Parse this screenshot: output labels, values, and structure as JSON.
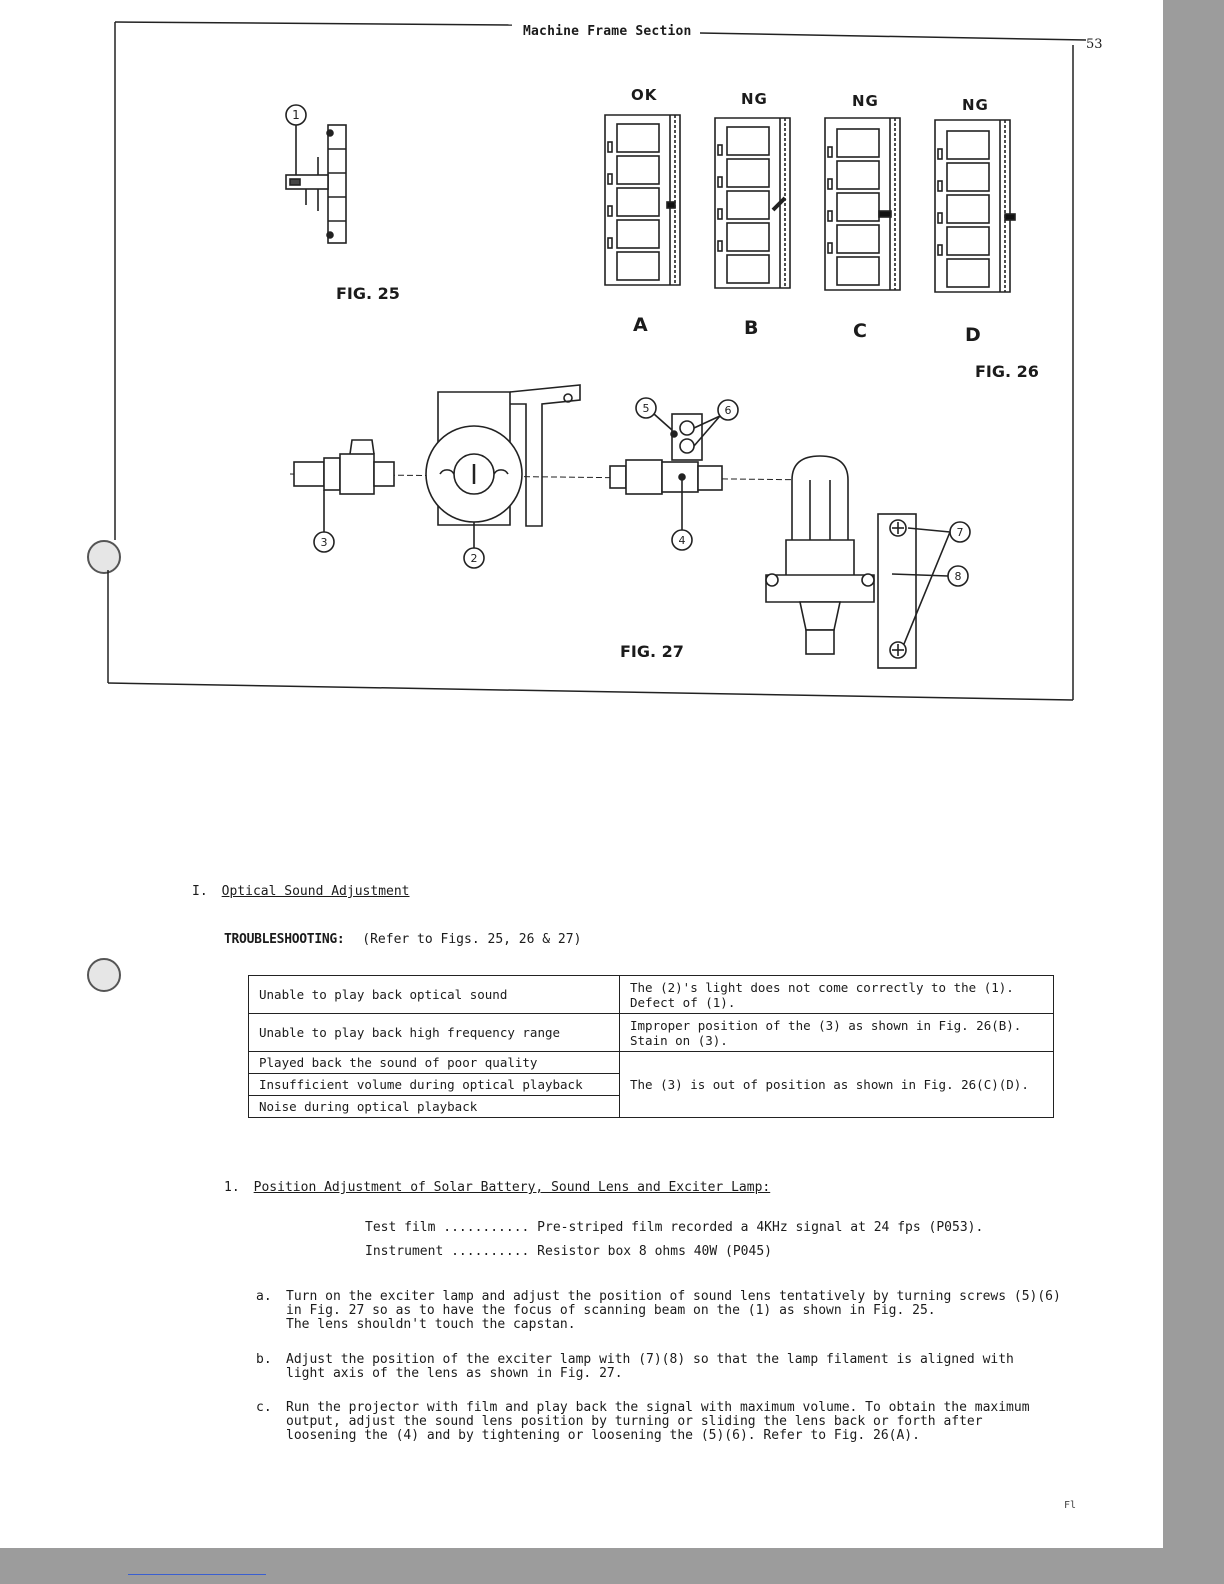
{
  "header": {
    "title": "Machine Frame Section",
    "page_number": "53"
  },
  "figures": {
    "fig25": {
      "caption": "FIG. 25",
      "callout": "1"
    },
    "fig26": {
      "caption": "FIG. 26",
      "panels": [
        {
          "status": "OK",
          "letter": "A"
        },
        {
          "status": "NG",
          "letter": "B"
        },
        {
          "status": "NG",
          "letter": "C"
        },
        {
          "status": "NG",
          "letter": "D"
        }
      ]
    },
    "fig27": {
      "caption": "FIG. 27",
      "callouts": [
        "2",
        "3",
        "4",
        "5",
        "6",
        "7",
        "8"
      ]
    }
  },
  "section": {
    "number": "I.",
    "title": "Optical Sound Adjustment"
  },
  "troubleshooting": {
    "label": "TROUBLESHOOTING:",
    "reference": "(Refer to Figs. 25, 26 & 27)",
    "rows": [
      {
        "symptom": "Unable to play back optical sound",
        "cause": "The (2)'s light does not come correctly to the (1). Defect of (1)."
      },
      {
        "symptom": "Unable to play back high frequency range",
        "cause": "Improper position of the (3) as shown in Fig. 26(B). Stain on (3)."
      },
      {
        "symptom": "Played back the sound of poor quality",
        "cause": "The (3) is out of position as shown in Fig. 26(C)(D)."
      },
      {
        "symptom": "Insufficient volume during optical playback"
      },
      {
        "symptom": "Noise during optical playback"
      }
    ]
  },
  "subsection": {
    "number": "1.",
    "title": "Position Adjustment of Solar Battery, Sound Lens and Exciter Lamp:"
  },
  "specs": [
    {
      "text": "Test film ........... Pre-striped film recorded a 4KHz signal at 24 fps (P053)."
    },
    {
      "text": "Instrument .......... Resistor box 8 ohms 40W (P045)"
    }
  ],
  "steps": [
    {
      "letter": "a.",
      "text": "Turn on the exciter lamp and adjust the position of sound lens tentatively by turning screws (5)(6)\nin Fig. 27 so as to have the focus of scanning beam on the (1) as shown in Fig. 25.\nThe lens shouldn't touch the capstan."
    },
    {
      "letter": "b.",
      "text": "Adjust the position of the exciter lamp with (7)(8) so that the lamp filament is aligned with\nlight axis of the lens as shown in Fig. 27."
    },
    {
      "letter": "c.",
      "text": "Run the projector with film and play back the signal with maximum volume.  To obtain the maximum\noutput, adjust the sound lens position by turning or sliding the lens back or forth after\nloosening the (4) and by tightening or loosening the (5)(6).  Refer to Fig. 26(A)."
    }
  ],
  "footer_mark": "Fl"
}
